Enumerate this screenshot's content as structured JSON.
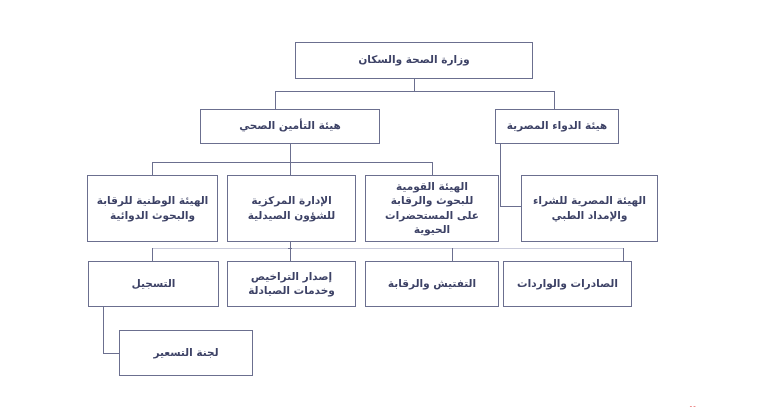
{
  "diagram": {
    "type": "org-chart",
    "language": "ar",
    "direction": "rtl",
    "title_text": "وزارة الصحة والسكان",
    "colors": {
      "border": "#6b6f8f",
      "text": "#3d4266",
      "background": "#ffffff",
      "faint_connector": "#c9cbdb",
      "artifact_red": "#e03030"
    },
    "nodes": {
      "ministry": "وزارة الصحة والسكان",
      "health_insurance": "هيئة التأمين الصحي",
      "drug_authority": "هيئة الدواء المصرية",
      "national_control": "الهيئة الوطنية للرقابة\nوالبحوث الدوائية",
      "central_pharma": "الإدارة المركزية\nللشؤون الصيدلية",
      "national_biologicals": "الهيئة القومية\nللبحوث والرقابة\nعلى المستحضرات الحيوية",
      "procurement": "الهيئة المصرية للشراء\nوالإمداد الطبي",
      "registration": "التسجيل",
      "licensing": "إصدار التراخيص\nوخدمات الصيادلة",
      "inspection": "التفتيش والرقابة",
      "exports_imports": "الصادرات والواردات",
      "pricing_committee": "لجنة التسعير"
    },
    "artifacts": {
      "bottom_right_mark": "ـ  ـ"
    }
  }
}
